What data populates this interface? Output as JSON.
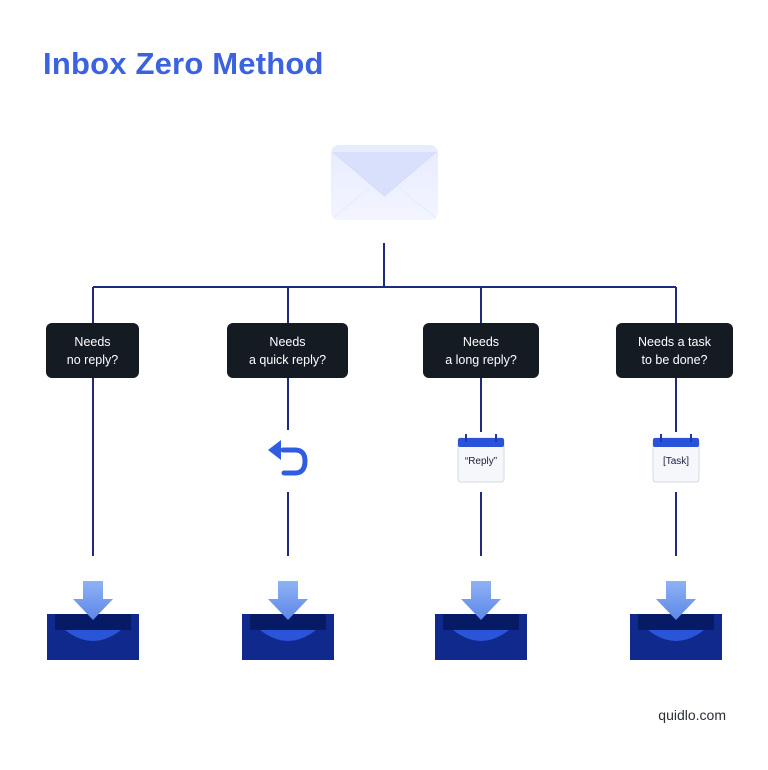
{
  "title": "Inbox Zero Method",
  "colors": {
    "title": "#3b63e0",
    "line": "#1f2a7a",
    "box": "#141b23",
    "tray": "#0f2a8c",
    "arrow": "#6d96ee"
  },
  "start_icon": "envelope-icon",
  "branches": [
    {
      "question": "Needs\nno reply?",
      "action_icon": null,
      "action_label": ""
    },
    {
      "question": "Needs\na quick reply?",
      "action_icon": "reply-arrow-icon",
      "action_label": ""
    },
    {
      "question": "Needs\na long reply?",
      "action_icon": "calendar-icon",
      "action_label": "“Reply”"
    },
    {
      "question": "Needs a task\nto be done?",
      "action_icon": "calendar-icon",
      "action_label": "[Task]"
    }
  ],
  "end_icon": "archive-tray-icon",
  "footer": "quidlo.com"
}
